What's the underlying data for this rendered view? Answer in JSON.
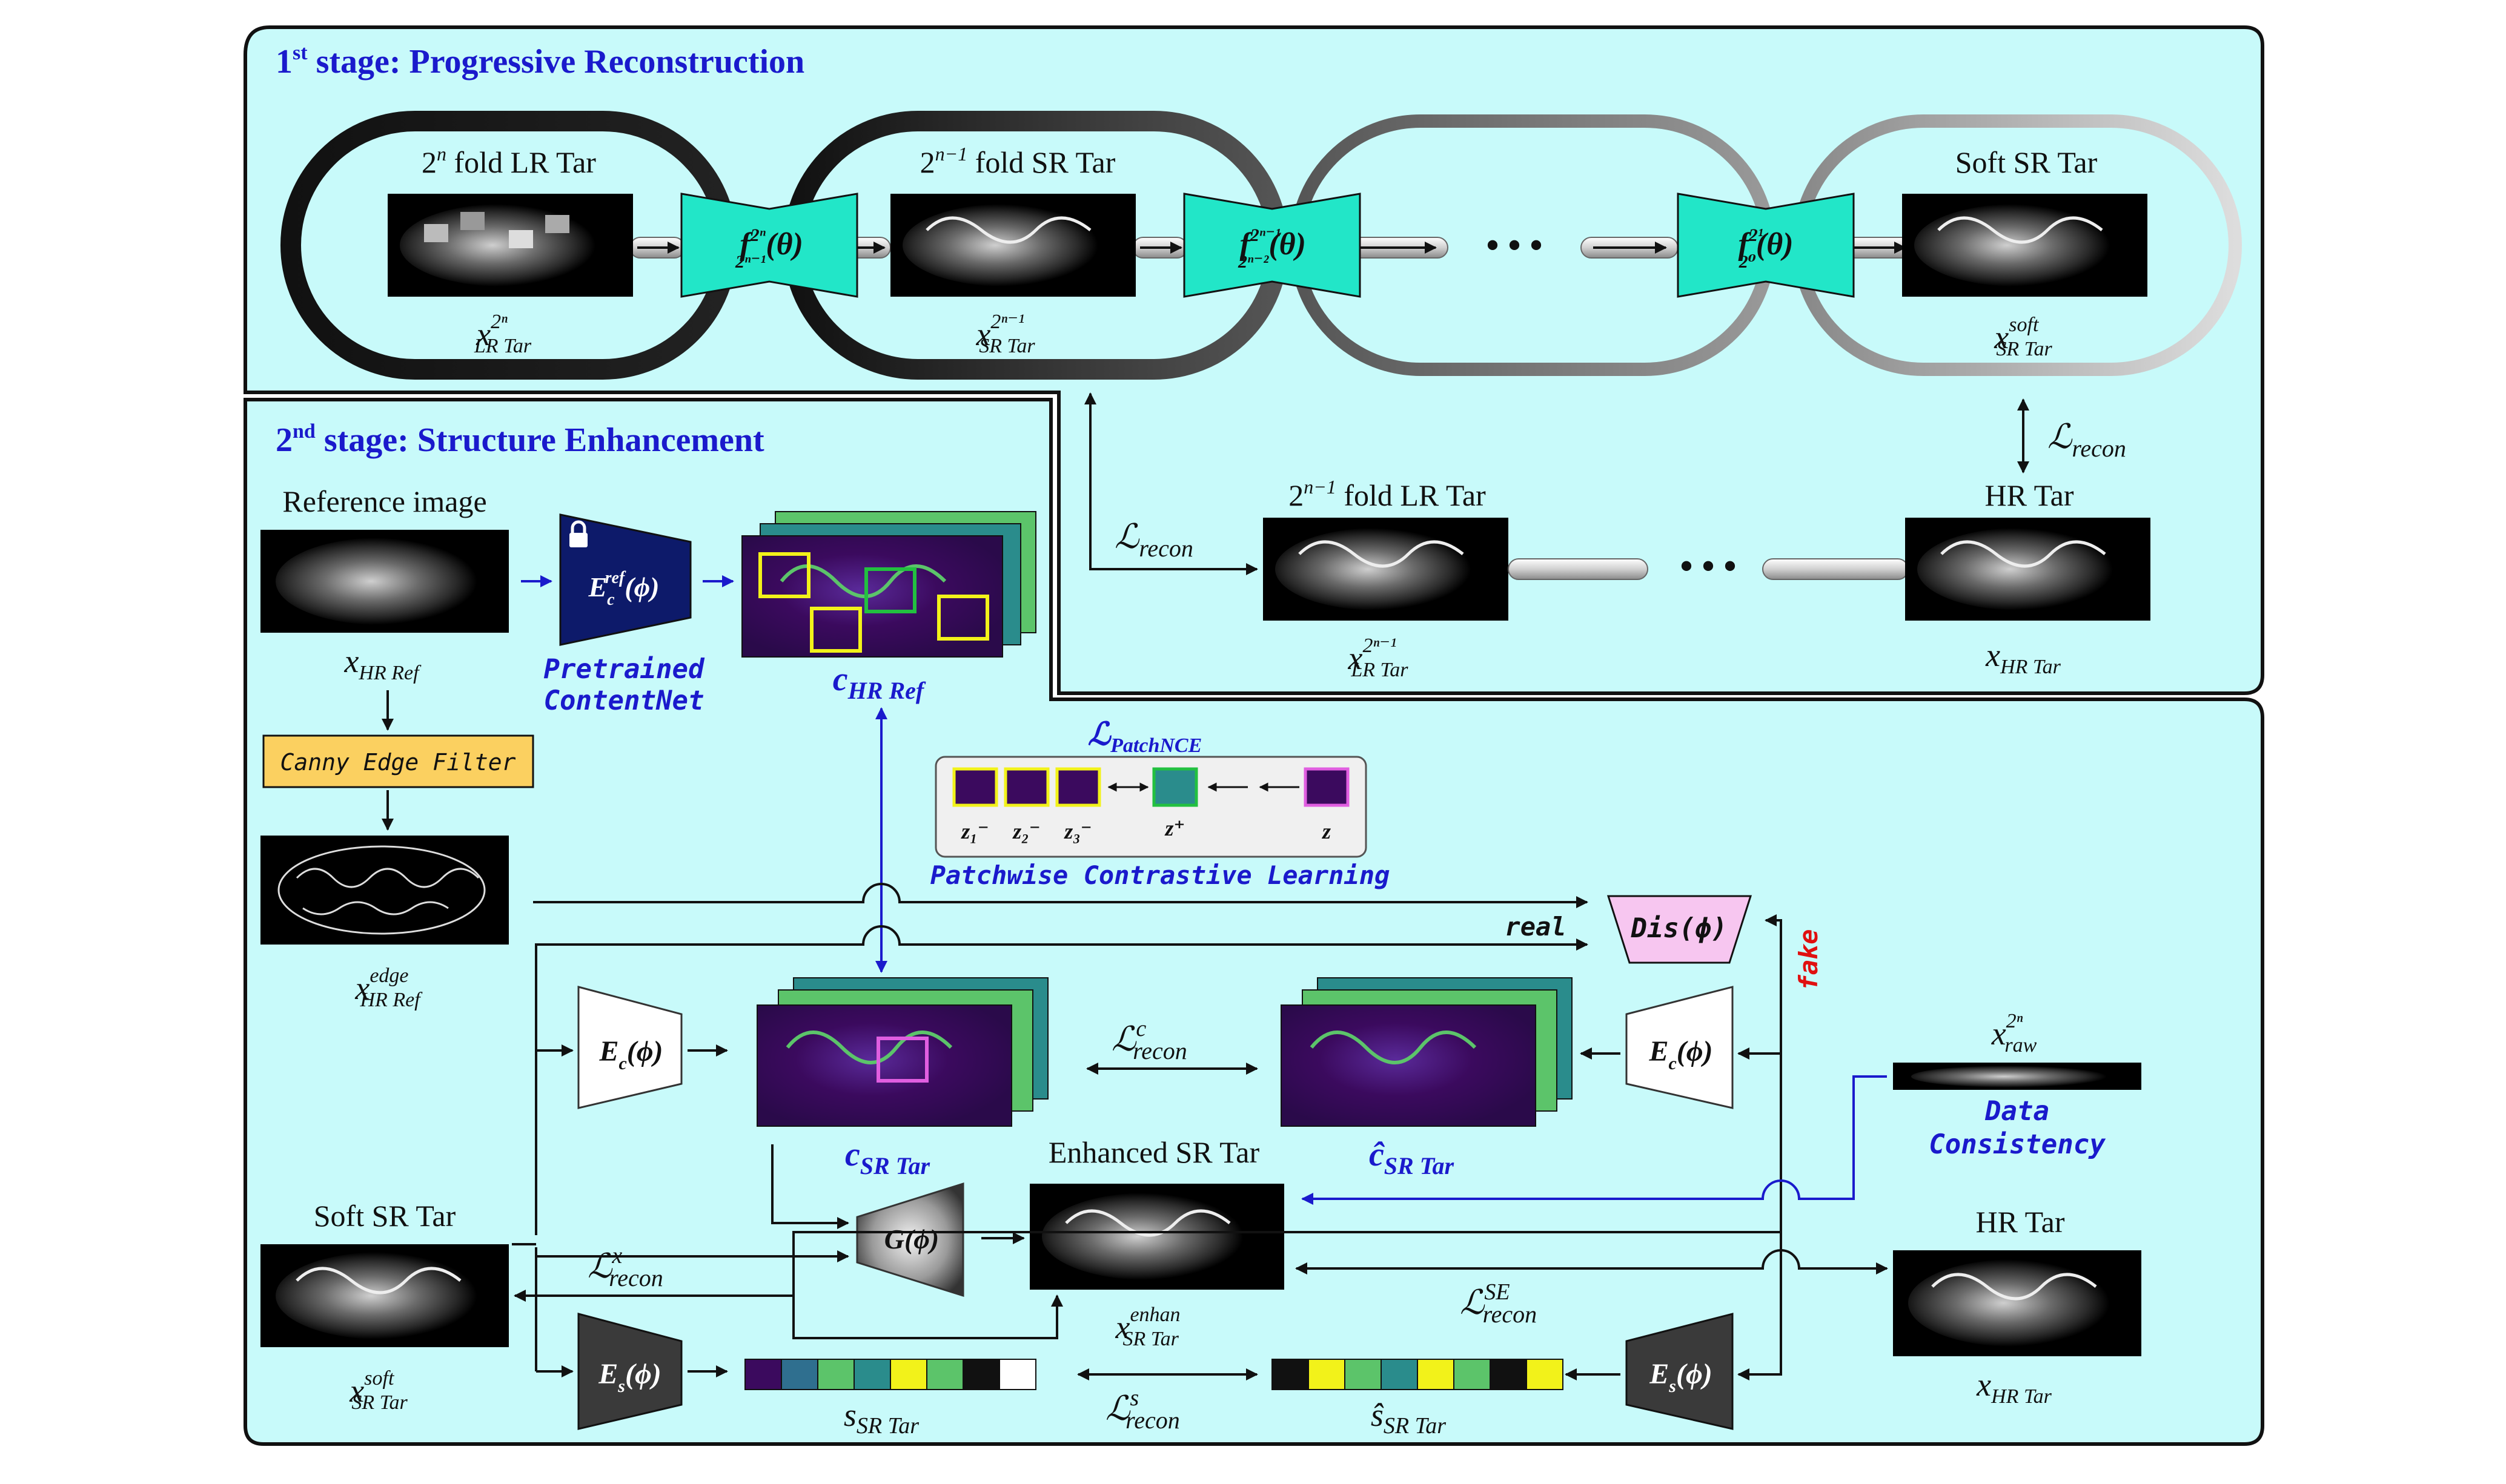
{
  "stage1": {
    "title_prefix": "1",
    "title_sup": "st",
    "title_rest": " stage: Progressive Reconstruction",
    "nodes": [
      {
        "label_main": "2",
        "label_sup": "n",
        "label_tail": " fold LR Tar",
        "var": "x",
        "var_sup": "2ⁿ",
        "var_sub": "LR Tar"
      },
      {
        "label_main": "2",
        "label_sup": "n−1",
        "label_tail": " fold SR Tar",
        "var": "x",
        "var_sup": "2ⁿ⁻¹",
        "var_sub": "SR Tar"
      },
      {
        "label_main": "Soft SR Tar",
        "var": "x",
        "var_sup": "soft",
        "var_sub": "SR Tar"
      }
    ],
    "nets": [
      {
        "f": "f",
        "sup": "2ⁿ",
        "sub": "2ⁿ⁻¹",
        "arg": "(θ)"
      },
      {
        "f": "f",
        "sup": "2ⁿ⁻¹",
        "sub": "2ⁿ⁻²",
        "arg": "(θ)"
      },
      {
        "f": "f",
        "sup": "2¹",
        "sub": "2⁰",
        "arg": "(θ)"
      }
    ],
    "ellipsis": "• • •",
    "loss_right": "ℒ",
    "loss_right_sub": "recon",
    "loss_left": "ℒ",
    "loss_left_sub": "recon",
    "bottom_nodes": [
      {
        "label_main": "2",
        "label_sup": "n−1",
        "label_tail": " fold LR Tar",
        "var": "x",
        "var_sup": "2ⁿ⁻¹",
        "var_sub": "LR Tar"
      },
      {
        "label_main": "HR Tar",
        "var": "x",
        "var_sub": "HR Tar"
      }
    ]
  },
  "stage2": {
    "title_prefix": "2",
    "title_sup": "nd",
    "title_rest": " stage: Structure Enhancement",
    "reference_label": "Reference image",
    "x_hr_ref": "x",
    "x_hr_ref_sub": "HR Ref",
    "canny_label": "Canny Edge Filter",
    "x_edge": "x",
    "x_edge_sup": "edge",
    "x_edge_sub": "HR Ref",
    "encoder_ref": "E",
    "encoder_ref_sub": "c",
    "encoder_ref_sup": "ref",
    "encoder_ref_arg": "(ϕ)",
    "pretrained_1": "Pretrained",
    "pretrained_2": "ContentNet",
    "c_hr_ref": "c",
    "c_hr_ref_sub": "HR Ref",
    "patchnce": "ℒ",
    "patchnce_sub": "PatchNCE",
    "z_labels": [
      "z₁⁻",
      "z₂⁻",
      "z₃⁻",
      "z⁺",
      "z"
    ],
    "patch_caption": "Patchwise Contrastive Learning",
    "dis": "Dis(ϕ)",
    "real": "real",
    "fake": "fake",
    "ec": "E",
    "ec_sub": "c",
    "ec_arg": "(ϕ)",
    "c_sr_tar": "c",
    "c_sr_tar_sub": "SR Tar",
    "chat_sr_tar": "ĉ",
    "chat_sr_tar_sub": "SR Tar",
    "lc_recon": "ℒ",
    "lc_recon_sup": "c",
    "lc_recon_sub": "recon",
    "x_raw": "x",
    "x_raw_sup": "2ⁿ",
    "x_raw_sub": "raw",
    "data_consistency_1": "Data",
    "data_consistency_2": "Consistency",
    "enhanced_label": "Enhanced SR Tar",
    "g": "G(ϕ)",
    "x_enhan": "x",
    "x_enhan_sup": "enhan",
    "x_enhan_sub": "SR Tar",
    "soft_label": "Soft SR Tar",
    "x_soft": "x",
    "x_soft_sup": "soft",
    "x_soft_sub": "SR Tar",
    "lx_recon": "ℒ",
    "lx_recon_sup": "x",
    "lx_recon_sub": "recon",
    "lse_recon": "ℒ",
    "lse_recon_sup": "SE",
    "lse_recon_sub": "recon",
    "hr_label": "HR Tar",
    "x_hr": "x",
    "x_hr_sub": "HR Tar",
    "es": "E",
    "es_sub": "s",
    "es_arg": "(ϕ)",
    "s_sr_tar": "s",
    "s_sr_tar_sub": "SR Tar",
    "shat_sr_tar": "ŝ",
    "shat_sr_tar_sub": "SR Tar",
    "ls_recon": "ℒ",
    "ls_recon_sup": "s",
    "ls_recon_sub": "recon",
    "style_colors_1": [
      "#3b0a5e",
      "#2f6f8f",
      "#5cc46a",
      "#2a8c8c",
      "#f2f21a",
      "#5cc46a",
      "#111111",
      "#ffffff"
    ],
    "style_colors_2": [
      "#111111",
      "#f2f21a",
      "#5cc46a",
      "#2a8c8c",
      "#f2f21a",
      "#5cc46a",
      "#111111",
      "#f2f21a"
    ]
  },
  "colors": {
    "panel_bg": "#c8fafa",
    "title_blue": "#1a1acc",
    "net_teal": "#22e6c8",
    "canny_bg": "#fbd060",
    "dis_bg": "#f7c6f0",
    "fake_red": "#e01010",
    "feature_purple": "#3b0a5e"
  }
}
